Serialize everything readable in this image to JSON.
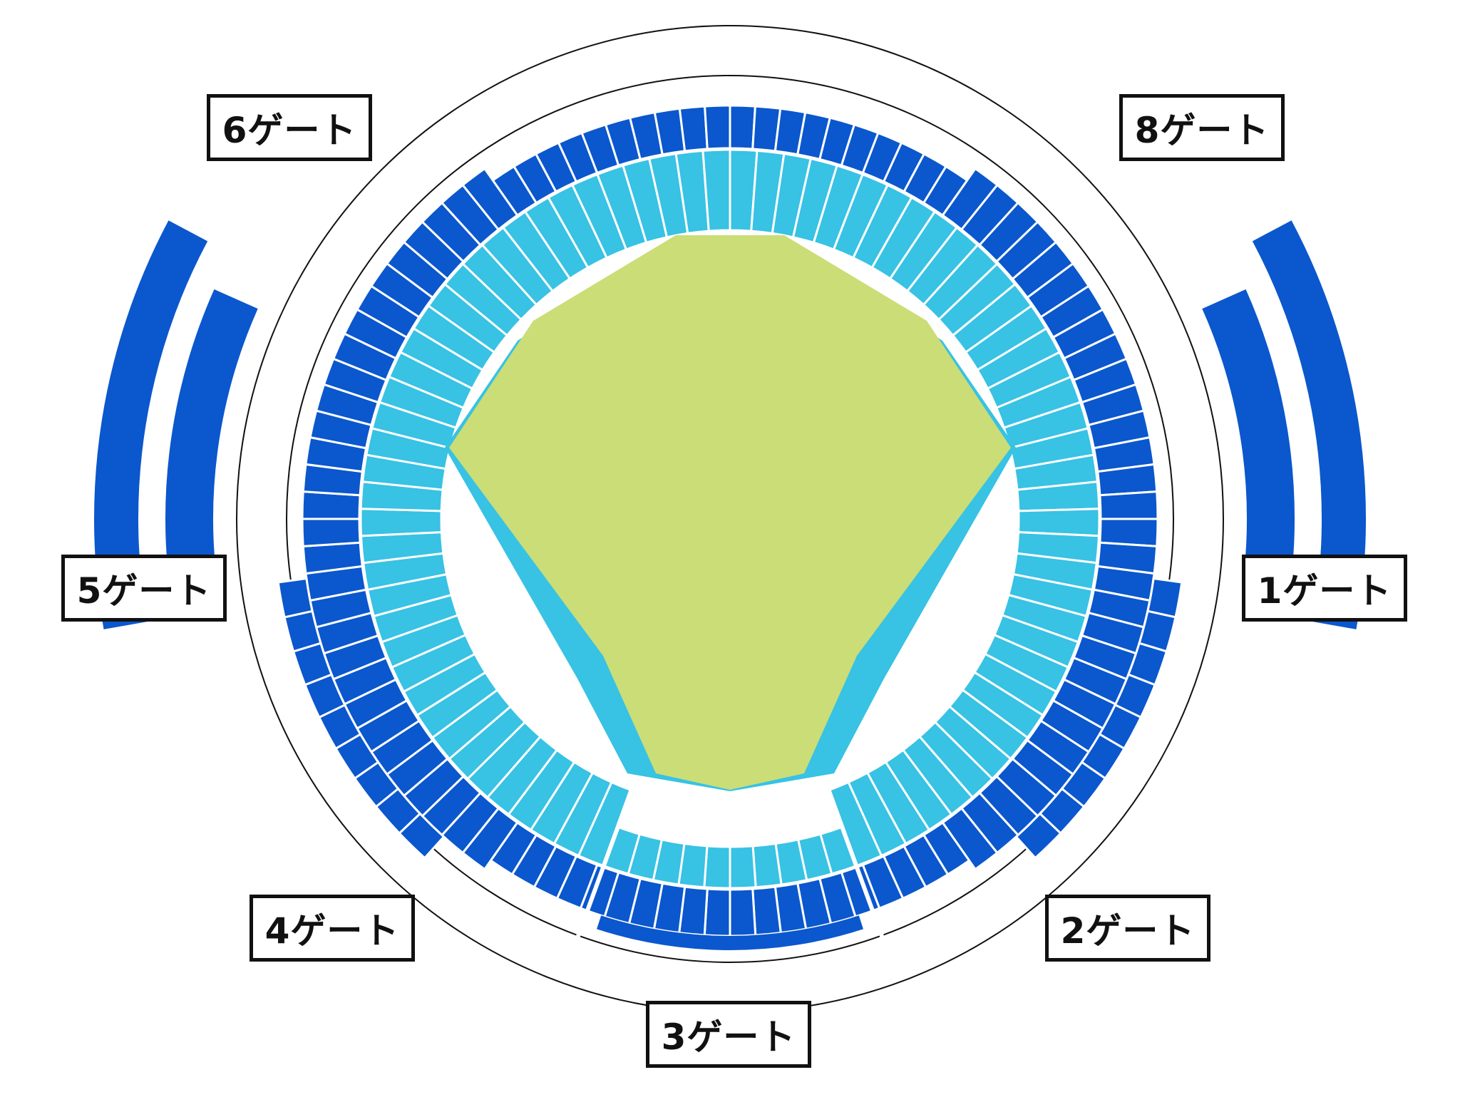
{
  "colors": {
    "upper_deck": "#0b57cd",
    "lower_deck": "#38c2e4",
    "field": "#cbdd76",
    "foul_area": "#38c2e4",
    "divider": "#ffffff",
    "outline": "#111111"
  },
  "gates": [
    {
      "id": "gate-1",
      "label": "1ゲート"
    },
    {
      "id": "gate-2",
      "label": "2ゲート"
    },
    {
      "id": "gate-3",
      "label": "3ゲート"
    },
    {
      "id": "gate-4",
      "label": "4ゲート"
    },
    {
      "id": "gate-5",
      "label": "5ゲート"
    },
    {
      "id": "gate-6",
      "label": "6ゲート"
    },
    {
      "id": "gate-8",
      "label": "8ゲート"
    }
  ]
}
